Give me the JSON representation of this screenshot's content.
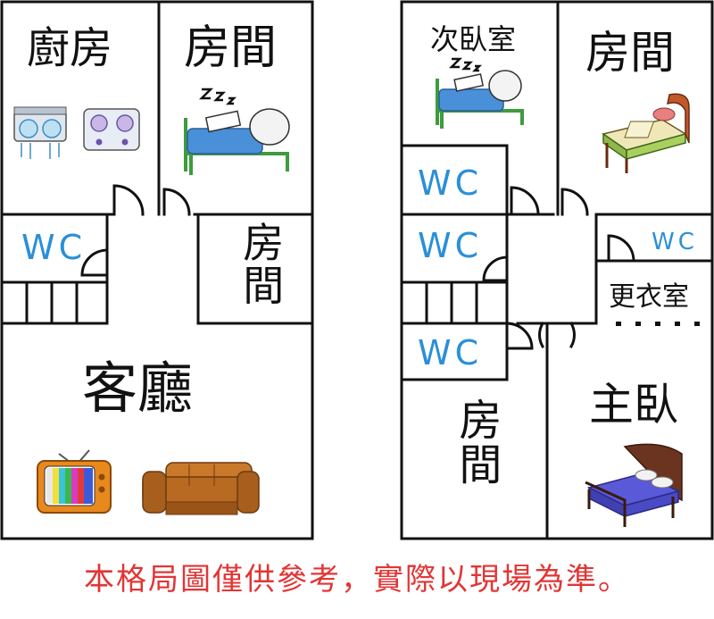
{
  "left_unit": {
    "kitchen": "廚房",
    "room_top": "房間",
    "wc": "WC",
    "room_side": "房間",
    "living_room": "客廳"
  },
  "right_unit": {
    "second_bedroom": "次臥室",
    "room_top": "房間",
    "wc_1": "WC",
    "wc_2": "WC",
    "wc_3": "WC",
    "wc_small": "WC",
    "dressing_room": "更衣室",
    "room_bottom": "房間",
    "master_bedroom": "主臥"
  },
  "disclaimer": "本格局圖僅供參考，實際以現場為準。",
  "colors": {
    "wall": "#111111",
    "wc_text": "#2a8fd8",
    "disclaimer": "#e23535",
    "blanket": "#4a90d9",
    "bed_frame": "#3e9b3e"
  },
  "icons": [
    "range-hood-icon",
    "gas-stove-icon",
    "sleeping-person-bed-icon",
    "single-bed-icon",
    "television-icon",
    "sofa-icon",
    "double-bed-icon"
  ]
}
